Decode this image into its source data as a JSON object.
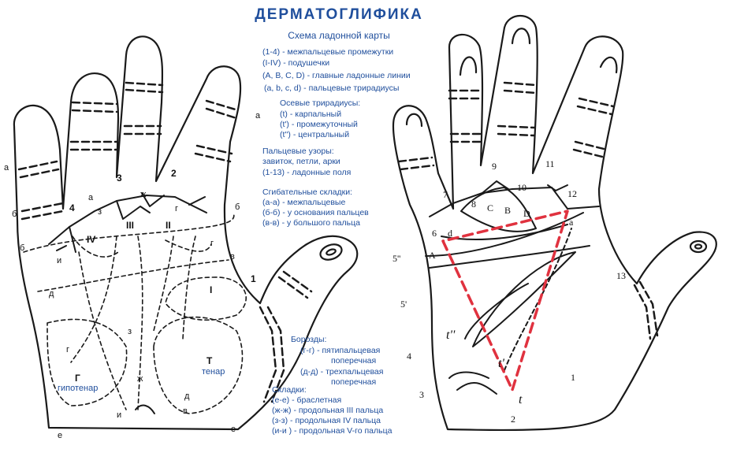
{
  "title": "ДЕРМАТОГЛИФИКА",
  "subtitle": "Схема ладонной карты",
  "legend": {
    "top": [
      "(1-4) - межпальцевые промежутки",
      "(I-IV) - подушечки",
      "(A, B, C, D) - главные ладонные линии",
      "(a, b, c, d) - пальцевые трирадиусы"
    ],
    "triradii_title": "Осевые трирадиусы:",
    "triradii": [
      "(t)  - карпальный",
      "(t') - промежуточный",
      "(t'') - центральный"
    ],
    "patterns_title": "Пальцевые узоры:",
    "patterns": [
      "завиток, петли, арки",
      "(1-13) - ладонные поля"
    ],
    "folds_title": "Сгибательные складки:",
    "folds": [
      "(а-а) - межпальцевые",
      "(б-б) - у основания  пальцев",
      "(в-в) - у большого пальца"
    ],
    "furrows_title": "Борозды:",
    "furrows": [
      "(г-г) - пятипальцевая",
      "поперечная",
      "(д-д) - трехпальцевая",
      "поперечная"
    ],
    "creases_title": "Складки:",
    "creases": [
      "(е-е) - браслетная",
      "(ж-ж) - продольная III пальца",
      "(з-з)   - продольная IV пальца",
      "(и-и ) - продольная V-го пальца"
    ]
  },
  "left_hand": {
    "labels": [
      "а",
      "а",
      "а",
      "б",
      "б",
      "б",
      "в",
      "в",
      "г",
      "г",
      "г",
      "д",
      "д",
      "е",
      "е",
      "ж",
      "ж",
      "з",
      "з",
      "и",
      "и",
      "1",
      "2",
      "3",
      "4",
      "I",
      "II",
      "III",
      "IV"
    ],
    "hypothenar_letter": "Г",
    "hypothenar": "гипотенар",
    "thenar_letter": "Т",
    "thenar": "тенар"
  },
  "right_hand": {
    "fields": [
      "1",
      "2",
      "3",
      "4",
      "5'",
      "5''",
      "6",
      "7",
      "8",
      "9",
      "10",
      "11",
      "12",
      "13"
    ],
    "lines": [
      "A",
      "B",
      "C",
      "D"
    ],
    "triradii": [
      "a",
      "d",
      "t",
      "t'",
      "t''"
    ]
  },
  "colors": {
    "title": "#1f4e9c",
    "ink": "#111111",
    "triangle": "#e0323f"
  }
}
